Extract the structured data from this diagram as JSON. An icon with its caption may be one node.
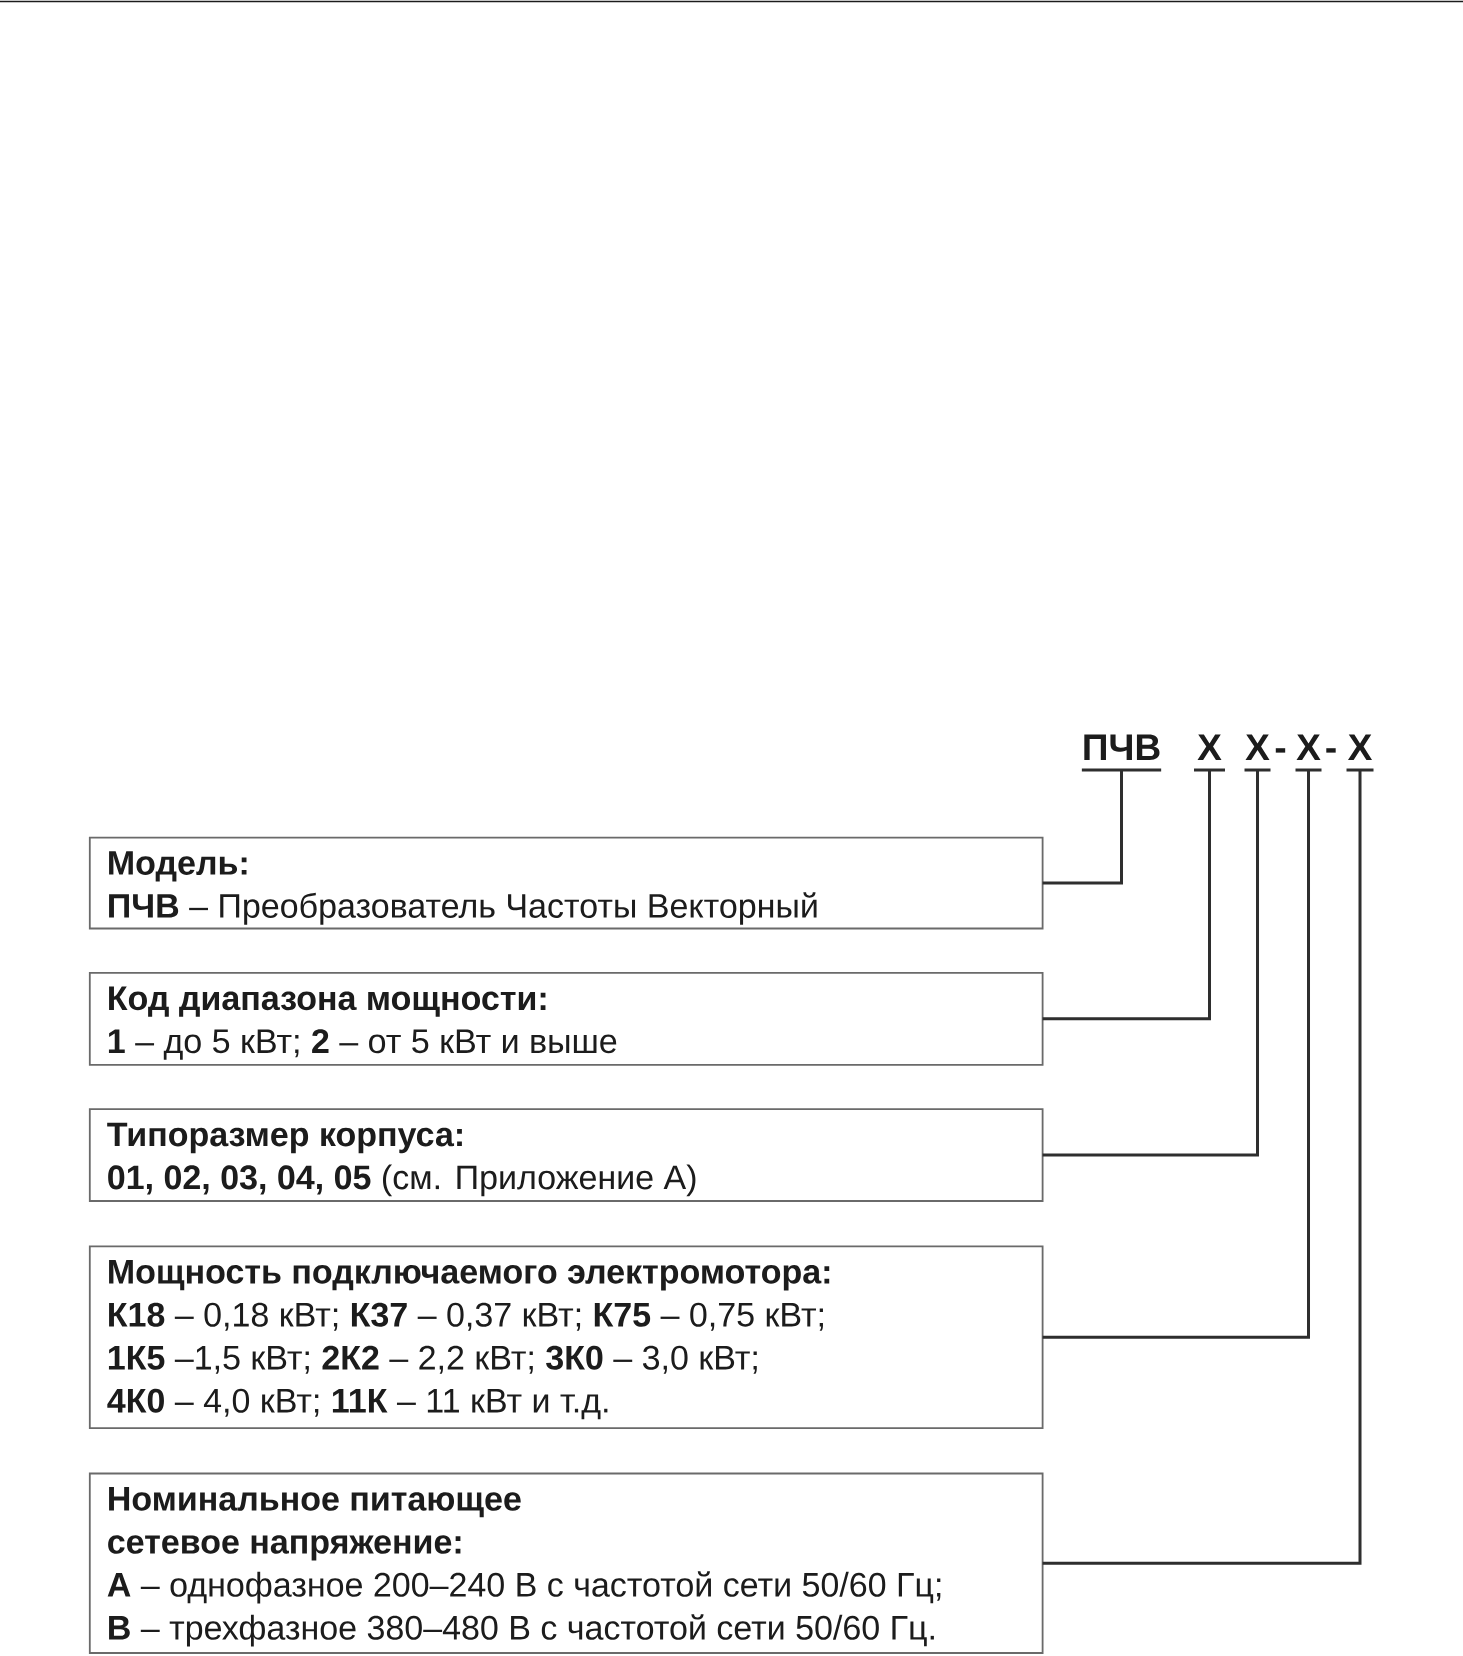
{
  "diagram": {
    "nodes": [
      {
        "text": [
          "ПЧВ"
        ]
      },
      {
        "text": [
          "Х"
        ]
      },
      {
        "text": [
          "Х"
        ]
      },
      {
        "text": [
          "Х"
        ]
      },
      {
        "text": [
          "Х"
        ]
      },
      {
        "text": [
          "Модель:",
          "**ПЧВ** – Преобразователь Частоты Векторный"
        ]
      },
      {
        "text": [
          "Код диапазона мощности:",
          "**1** – до 5 кВт; **2** – от 5 кВт и выше"
        ]
      },
      {
        "text": [
          "Типоразмер корпуса:",
          "**01, 02, 03, 04, 05** (см. Приложение А)"
        ]
      },
      {
        "text": [
          "Мощность подключаемого электромотора:",
          "**К18** – 0,18 кВт; **К37** – 0,37 кВт; **К75** – 0,75 кВт;",
          "**1К5** –1,5 кВт; **2К2** – 2,2 кВт; **3К0** – 3,0 кВт;",
          "**4К0** – 4,0 кВт; **11К** – 11 кВт и т.д."
        ]
      },
      {
        "text": [
          "Номинальное питающее сетевое напряжение:",
          "**А** – однофазное 200–240 В с частотой сети 50/60 Гц;",
          "**В** – трехфазное 380–480 В с частотой сети 50/60 Гц."
        ]
      }
    ],
    "edges": [
      {
        "from": 0,
        "to": 5,
        "arrow": "none"
      },
      {
        "from": 1,
        "to": 6,
        "arrow": "none"
      },
      {
        "from": 2,
        "to": 7,
        "arrow": "none"
      },
      {
        "from": 3,
        "to": 8,
        "arrow": "none"
      },
      {
        "from": 4,
        "to": 9,
        "arrow": "none"
      }
    ],
    "labels": [
      "-",
      "-"
    ]
  }
}
